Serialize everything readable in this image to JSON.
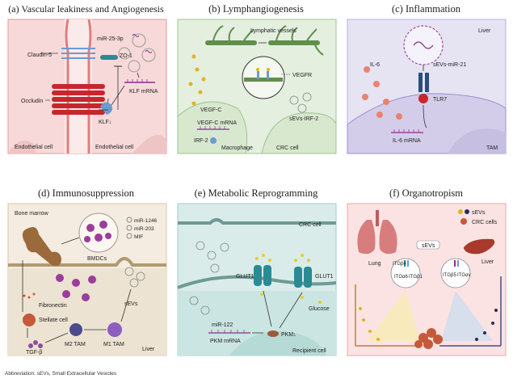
{
  "colors": {
    "endothelial_bg": "#f7d9d9",
    "lymph_bg": "#e4efdf",
    "inflammation_bg": "#e6e3f3",
    "immuno_bg": "#f4ece0",
    "metabolic_bg": "#d9ecea",
    "organotropism_bg": "#fbe3e3",
    "accent_red": "#c8262c",
    "accent_teal": "#2a8b95",
    "accent_purple": "#8c2f8c"
  },
  "panels": {
    "a": {
      "title": "(a) Vascular leakiness and Angiogenesis",
      "labels": {
        "claudin": "Claudin-5",
        "mir": "miR-25-3p",
        "zo1": "ZO-1",
        "klf_mrna": "KLF mRNA",
        "occludin": "Occludin",
        "klf": "KLF↓",
        "cell_left": "Endothelial cell",
        "cell_right": "Endothelial cell"
      }
    },
    "b": {
      "title": "(b) Lymphangiogenesis",
      "labels": {
        "vessels": "Lymphatic vessels",
        "vegfr": "VEGFR",
        "vegfc": "VEGF-C",
        "vegfc_mrna": "VEGF-C mRNA",
        "irf2": "IRF-2",
        "sevs_irf2": "sEVs-IRF-2",
        "macrophage": "Macrophage",
        "crc": "CRC cell"
      }
    },
    "c": {
      "title": "(c) Inflammation",
      "labels": {
        "liver": "Liver",
        "sevs_mir21": "sEVs-miR-21",
        "il6": "IL-6",
        "tlr7": "TLR7",
        "il6_mrna": "IL-6 mRNA",
        "tam": "TAM"
      }
    },
    "d": {
      "title": "(d) Immunosuppression",
      "labels": {
        "bone_marrow": "Bone marrow",
        "mir1246": "miR-1246",
        "mir203": "miR-203",
        "mif": "MIF",
        "bmdcs": "BMDCs",
        "fibronectin": "Fibronectin",
        "stellate": "Stellate cell",
        "sevs": "sEVs",
        "tgfb": "TGF-β",
        "m2": "M2 TAM",
        "m1": "M1 TAM",
        "liver": "Liver"
      }
    },
    "e": {
      "title": "(e) Metabolic Reprogramming",
      "labels": {
        "crc": "CRC cell",
        "glut1_left": "GLUT1",
        "glut1_right": "GLUT1",
        "glucose": "Glucose",
        "mir122": "miR-122",
        "pkm_mrna": "PKM mRNA",
        "pkm": "PKM↓",
        "recipient": "Recipient cell"
      }
    },
    "f": {
      "title": "(f) Organotropism",
      "labels": {
        "legend_sevs": "sEVs",
        "legend_crc": "CRC cells",
        "lung": "Lung",
        "liver": "Liver",
        "sevs": "sEVs",
        "itgb4": "ITGβ4",
        "itga6": "ITGα6",
        "itgb1": "ITGβ1",
        "itgb5": "ITGβ5",
        "itgav": "ITGαv"
      }
    }
  },
  "footer": "Abbreviation: sEVs, Small Extracellular Vesicles"
}
